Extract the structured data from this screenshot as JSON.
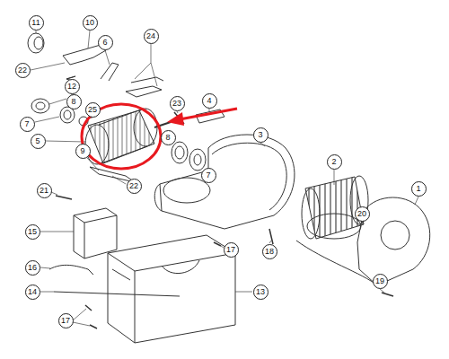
{
  "diagram": {
    "labels": [
      "11",
      "10",
      "22",
      "12",
      "8",
      "7",
      "25",
      "5",
      "9",
      "22",
      "6",
      "24",
      "23",
      "4",
      "8",
      "7",
      "3",
      "2",
      "1",
      "20",
      "21",
      "15",
      "16",
      "14",
      "17",
      "13",
      "17",
      "18",
      "19"
    ]
  }
}
